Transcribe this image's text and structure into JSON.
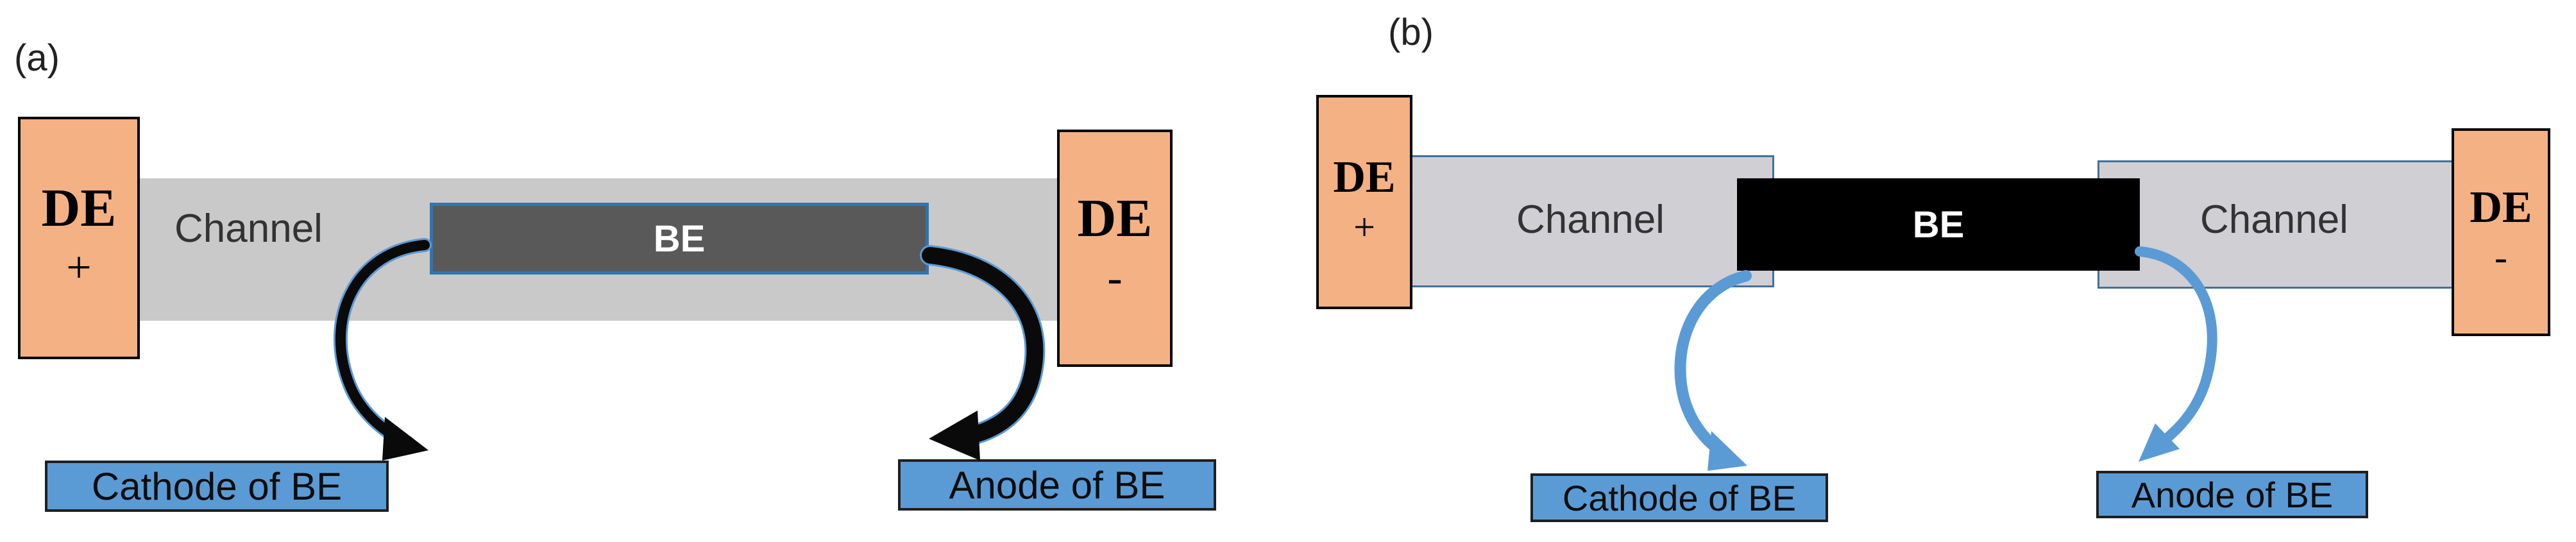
{
  "panel_a": {
    "label": "(a)",
    "left_electrode": {
      "name": "DE",
      "sign": "+"
    },
    "right_electrode": {
      "name": "DE",
      "sign": "-"
    },
    "channel_label": "Channel",
    "be_label": "BE",
    "cathode_tag": "Cathode of BE",
    "anode_tag": "Anode of BE"
  },
  "panel_b": {
    "label": "(b)",
    "left_electrode": {
      "name": "DE",
      "sign": "+"
    },
    "right_electrode": {
      "name": "DE",
      "sign": "-"
    },
    "channel_left_label": "Channel",
    "channel_right_label": "Channel",
    "be_label": "BE",
    "cathode_tag": "Cathode of BE",
    "anode_tag": "Anode of BE"
  },
  "colors": {
    "electrode": "#f4b183",
    "channel_a": "#c9c9c9",
    "channel_b": "#d0cfd4",
    "be_a": "#595959",
    "be_b": "#000000",
    "tag": "#5b9bd5",
    "arrow_a": "#000000",
    "arrow_b": "#5b9bd5"
  }
}
